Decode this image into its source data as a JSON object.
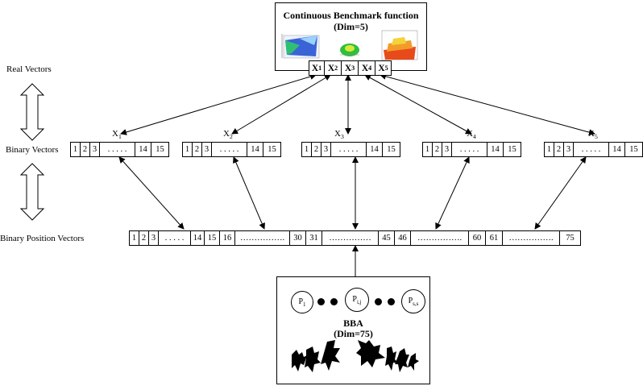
{
  "top_box": {
    "title": "Continuous Benchmark function",
    "subtitle": "(Dim=5)",
    "real_cells": [
      "X1",
      "X2",
      "X3",
      "X4",
      "X5"
    ]
  },
  "side_labels": {
    "real": "Real Vectors",
    "binary": "Binary Vectors",
    "position": "Binary Position Vectors"
  },
  "binary_vectors": [
    {
      "label": "X1",
      "cells": [
        "1",
        "2",
        "3",
        ". . . . .",
        "14",
        "15"
      ]
    },
    {
      "label": "X2",
      "cells": [
        "1",
        "2",
        "3",
        ". . . . .",
        "14",
        "15"
      ]
    },
    {
      "label": "X3",
      "cells": [
        "1",
        "2",
        "3",
        ". . . . .",
        "14",
        "15"
      ]
    },
    {
      "label": "X4",
      "cells": [
        "1",
        "2",
        "3",
        ". . . . .",
        "14",
        "15"
      ]
    },
    {
      "label": "X5",
      "cells": [
        "1",
        "2",
        "3",
        ". . . . .",
        "14",
        "15"
      ]
    }
  ],
  "position_vector": {
    "cells": [
      "1",
      "2",
      "3",
      ". . . . .",
      "14",
      "15",
      "16",
      "…………….",
      "30",
      "31",
      "……………",
      "45",
      "46",
      "…………….",
      "60",
      "61",
      "…………….",
      "75"
    ]
  },
  "bottom_box": {
    "particles": [
      "P1",
      "Pi,j",
      "Ps,s"
    ],
    "title": "BBA",
    "subtitle": "(Dim=75)"
  }
}
